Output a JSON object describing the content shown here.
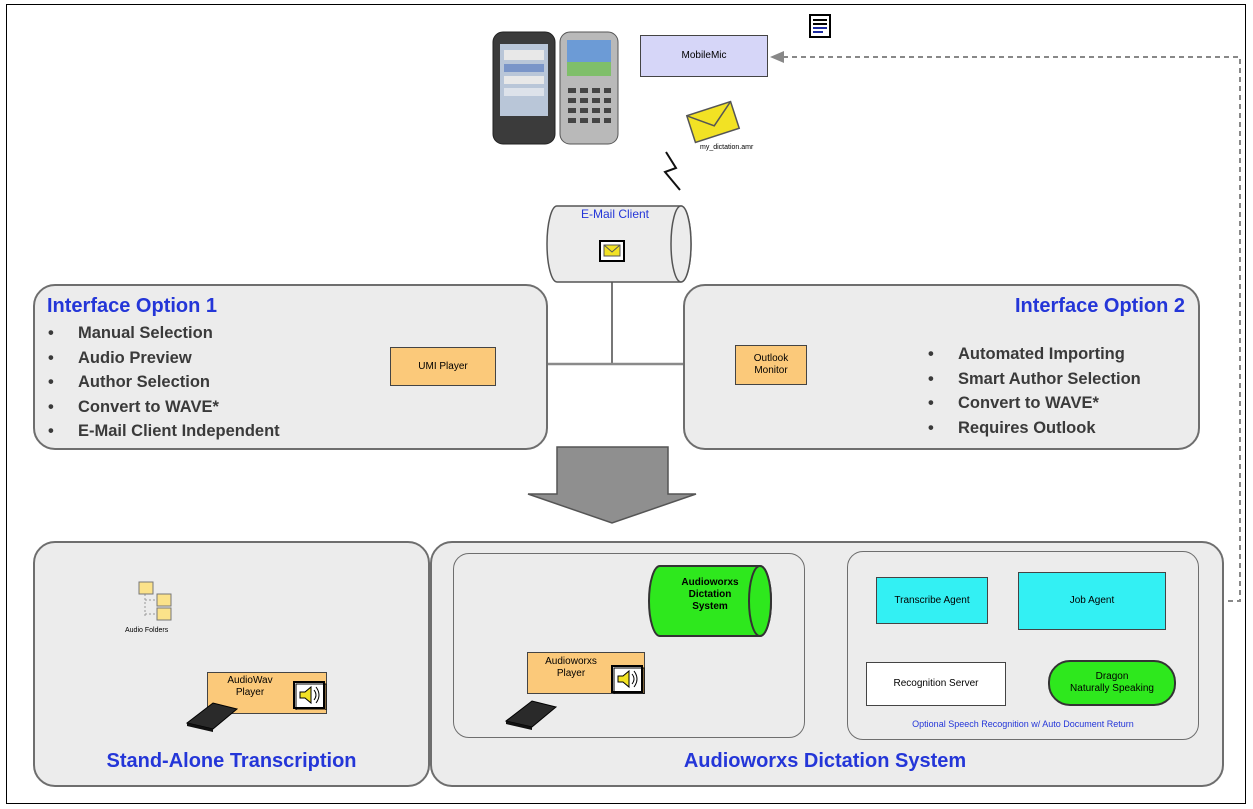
{
  "mobile": {
    "app_label": "MobileMic",
    "attachment_filename": "my_dictation.amr"
  },
  "email_client": {
    "label": "E-Mail Client"
  },
  "option1": {
    "title": "Interface Option 1",
    "items": [
      "Manual Selection",
      "Audio Preview",
      "Author Selection",
      "Convert to WAVE*",
      "E-Mail Client Independent"
    ],
    "player_label": "UMI Player"
  },
  "option2": {
    "title": "Interface Option 2",
    "items": [
      "Automated Importing",
      "Smart Author Selection",
      "Convert to WAVE*",
      "Requires Outlook"
    ],
    "monitor_label": "Outlook\nMonitor"
  },
  "standalone": {
    "title": "Stand-Alone Transcription",
    "folders_label": "Audio Folders",
    "player_label": "AudioWav\nPlayer"
  },
  "audioworxs": {
    "title": "Audioworxs Dictation System",
    "system_label": "Audioworxs\nDictation\nSystem",
    "player_label": "Audioworxs\nPlayer",
    "transcribe_agent": "Transcribe Agent",
    "job_agent": "Job Agent",
    "recognition_server": "Recognition Server",
    "dragon": "Dragon\nNaturally Speaking",
    "speech_caption": "Optional Speech Recognition w/ Auto Document Return"
  },
  "colors": {
    "title_blue": "#2436d8",
    "player_orange": "#fbc97a",
    "agent_cyan": "#33f0f3",
    "system_green": "#2ee81d",
    "panel_gray": "#ececec",
    "mobilemic_lavender": "#d6d6f8"
  },
  "icons": [
    "smartphone-icon",
    "envelope-icon",
    "lightning-icon",
    "document-icon",
    "folder-icon",
    "speaker-icon",
    "foot-pedal-icon",
    "down-arrow-icon"
  ]
}
